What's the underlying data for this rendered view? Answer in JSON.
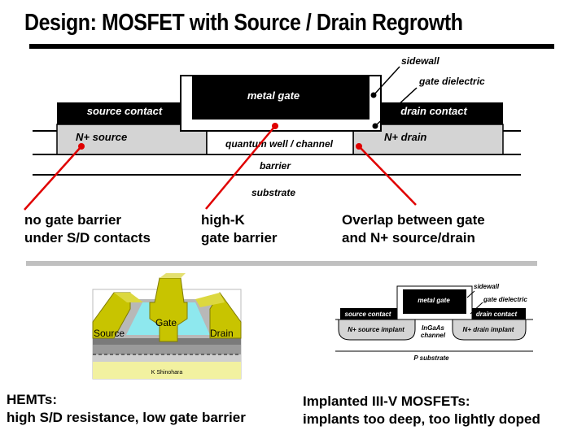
{
  "title": "Design: MOSFET with Source / Drain Regrowth",
  "main_diagram": {
    "sidewall": "sidewall",
    "gate_dielectric": "gate dielectric",
    "metal_gate": "metal gate",
    "source_contact": "source contact",
    "drain_contact": "drain contact",
    "n_source": "N+ source",
    "n_drain": "N+ drain",
    "channel": "quantum well / channel",
    "barrier": "barrier",
    "substrate": "substrate"
  },
  "callouts": {
    "left": [
      "no gate barrier",
      "under S/D contacts"
    ],
    "middle": [
      "high-K",
      "gate barrier"
    ],
    "right": [
      "Overlap between gate",
      "and N+ source/drain"
    ]
  },
  "hemt": {
    "gate": "Gate",
    "source": "Source",
    "drain": "Drain",
    "credit": "K Shinohara",
    "caption": [
      "HEMTs:",
      "high S/D resistance, low gate barrier"
    ]
  },
  "implanted": {
    "sidewall": "sidewall",
    "gate_dielectric": "gate dielectric",
    "metal_gate": "metal gate",
    "source_contact": "source contact",
    "drain_contact": "drain contact",
    "source_implant": "N+ source implant",
    "channel_1": "InGaAs",
    "channel_2": "channel",
    "drain_implant": "N+ drain implant",
    "substrate": "P substrate",
    "caption": [
      "Implanted III-V MOSFETs:",
      "implants too deep, too lightly doped"
    ]
  },
  "colors": {
    "callout_line": "#e00000",
    "region_fill": "#d4d4d4",
    "hemt_yellow": "#c8c400"
  }
}
